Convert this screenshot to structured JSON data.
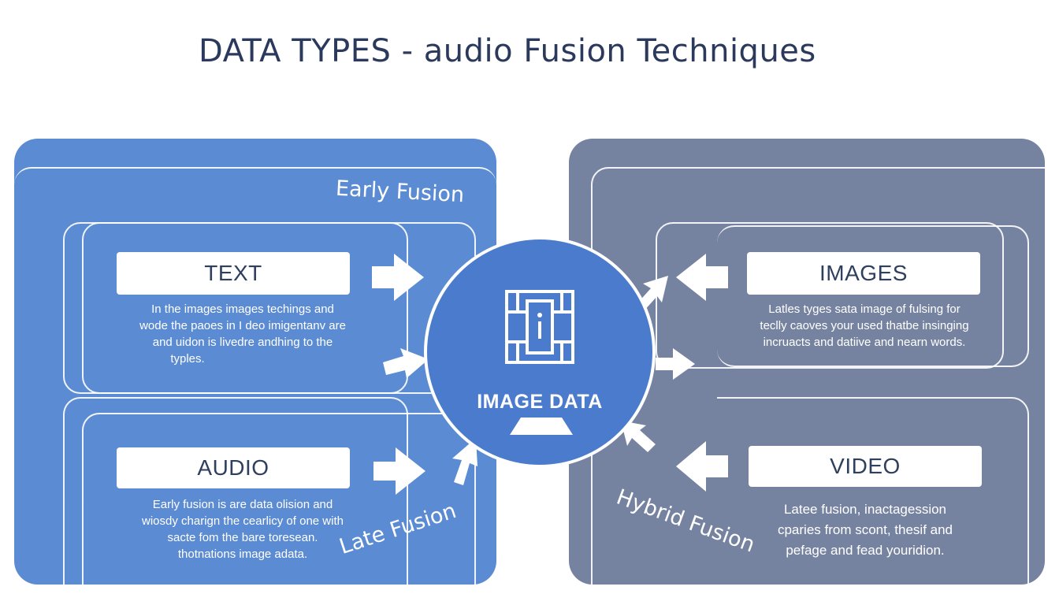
{
  "title": "DATA TYPES - audio Fusion Techniques",
  "left_panel": {
    "fusion_label_top": "Early Fusion",
    "fusion_label_bottom": "Late Fusion",
    "text_card": {
      "label": "TEXT",
      "lines": [
        "In the images images techings and",
        "wode the paoes in I deo imigentanv are",
        "and uidon is livedre andhing to the",
        "typles."
      ]
    },
    "audio_card": {
      "label": "AUDIO",
      "lines": [
        "Early fusion is are data olision and",
        "wiosdy charign the cearlicy of one with",
        "sacte fom the bare toresean.",
        "thotnations image adata."
      ]
    }
  },
  "right_panel": {
    "fusion_label": "Hybrid Fusion",
    "images_card": {
      "label": "IMAGES",
      "lines": [
        "Latles tyges sata image of fulsing for",
        "teclly caoves your used thatbe insinging",
        "incruacts and datiive and nearn words."
      ]
    },
    "video_card": {
      "label": "VIDEO",
      "lines": [
        "Latee fusion, inactagession",
        "cparies from scont, thesif and",
        "pefage and fead youridion."
      ]
    }
  },
  "hub": {
    "label": "IMAGE DATA",
    "icon": "image-data-icon"
  },
  "colors": {
    "left_panel": "#5b8bd3",
    "right_panel": "#7683a0",
    "hub": "#4a7bcc",
    "title": "#2b3a5c"
  }
}
